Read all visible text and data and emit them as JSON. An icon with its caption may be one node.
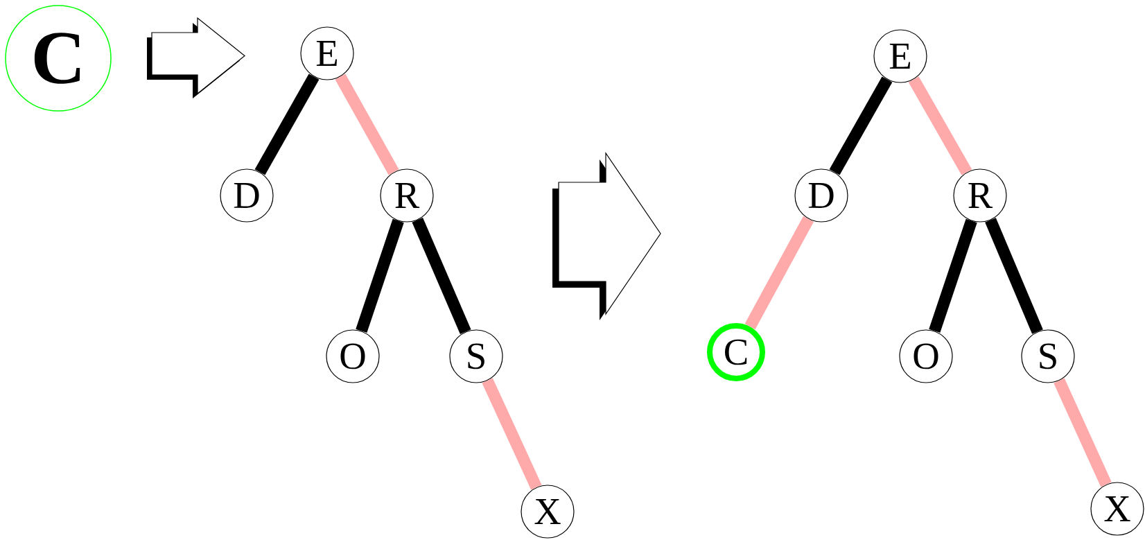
{
  "diagram": {
    "nodes": [
      {
        "text": [
          "C"
        ]
      },
      {
        "text": [
          "E"
        ]
      },
      {
        "text": [
          "D"
        ]
      },
      {
        "text": [
          "R"
        ]
      },
      {
        "text": [
          "O"
        ]
      },
      {
        "text": [
          "S"
        ]
      },
      {
        "text": [
          "X"
        ]
      },
      {
        "text": [
          "E"
        ]
      },
      {
        "text": [
          "D"
        ]
      },
      {
        "text": [
          "R"
        ]
      },
      {
        "text": [
          "C"
        ]
      },
      {
        "text": [
          "O"
        ]
      },
      {
        "text": [
          "S"
        ]
      },
      {
        "text": [
          "X"
        ]
      }
    ],
    "edges": [
      {
        "from": 0,
        "to": 1,
        "arrow": "to"
      },
      {
        "from": 1,
        "to": 2,
        "arrow": "none"
      },
      {
        "from": 1,
        "to": 3,
        "arrow": "none",
        "color": "#ffaaaa"
      },
      {
        "from": 3,
        "to": 4,
        "arrow": "none"
      },
      {
        "from": 3,
        "to": 5,
        "arrow": "none"
      },
      {
        "from": 5,
        "to": 6,
        "arrow": "none",
        "color": "#ffaaaa"
      },
      {
        "from": 7,
        "to": 8,
        "arrow": "none"
      },
      {
        "from": 7,
        "to": 9,
        "arrow": "none",
        "color": "#ffaaaa"
      },
      {
        "from": 8,
        "to": 10,
        "arrow": "none",
        "color": "#ffaaaa"
      },
      {
        "from": 9,
        "to": 11,
        "arrow": "none"
      },
      {
        "from": 9,
        "to": 12,
        "arrow": "none"
      },
      {
        "from": 12,
        "to": 13,
        "arrow": "none",
        "color": "#ffaaaa"
      }
    ]
  }
}
